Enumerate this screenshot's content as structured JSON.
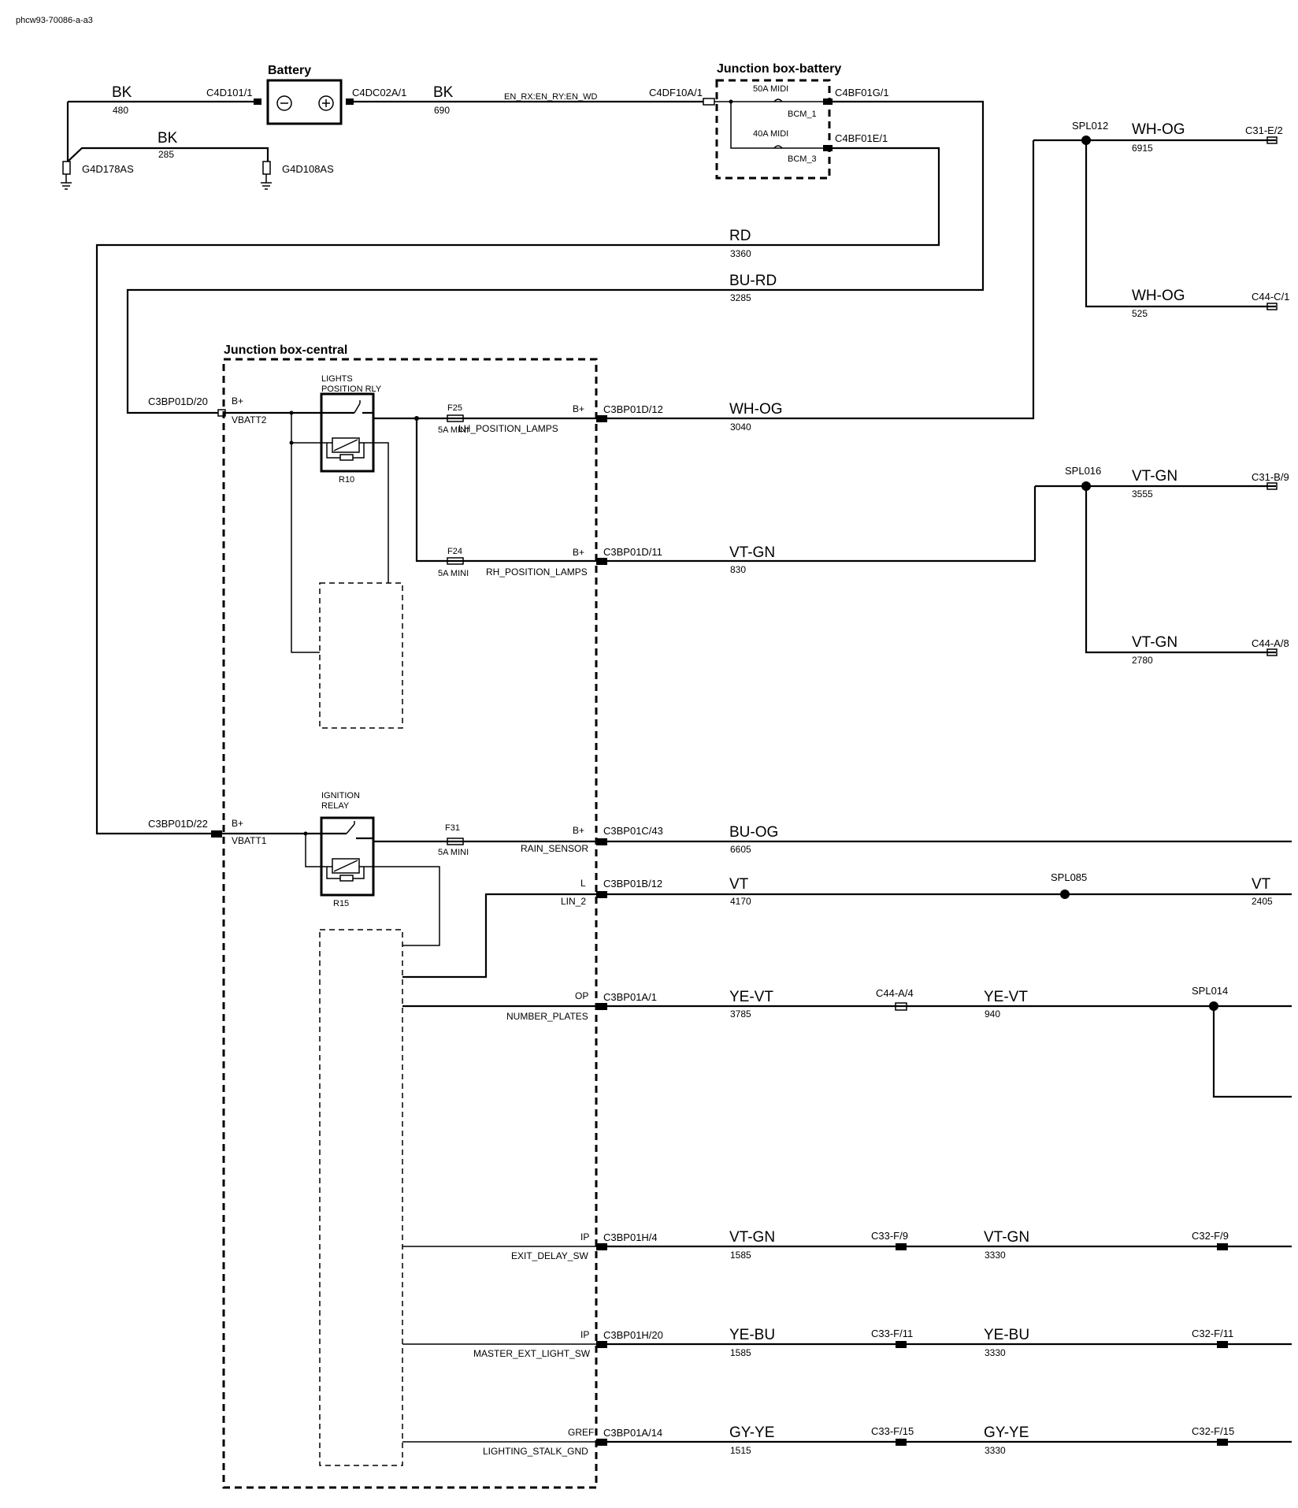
{
  "sheet_id": "phcw93-70086-a-a3",
  "battery": {
    "title": "Battery",
    "left_connector": "C4D101/1",
    "right_connector": "C4DC02A/1"
  },
  "ground_wires": {
    "bk480": {
      "color": "BK",
      "number": "480"
    },
    "bk285": {
      "color": "BK",
      "number": "285"
    },
    "g1": "G4D178AS",
    "g2": "G4D108AS"
  },
  "bk690": {
    "color": "BK",
    "number": "690"
  },
  "signal_label": "EN_RX:EN_RY:EN_WD",
  "jbb": {
    "title": "Junction box-battery",
    "in_connector": "C4DF10A/1",
    "fuse1": "50A MIDI",
    "fuse2": "40A MIDI",
    "bcm1": "BCM_1",
    "bcm3": "BCM_3",
    "out1": "C4BF01G/1",
    "out2": "C4BF01E/1"
  },
  "rd3360": {
    "color": "RD",
    "number": "3360"
  },
  "burd3285": {
    "color": "BU-RD",
    "number": "3285"
  },
  "spl012": {
    "name": "SPL012",
    "w1": {
      "color": "WH-OG",
      "number": "6915",
      "conn": "C31-E/2"
    },
    "w2": {
      "color": "WH-OG",
      "number": "525",
      "conn": "C44-C/1"
    }
  },
  "spl016": {
    "name": "SPL016",
    "w1": {
      "color": "VT-GN",
      "number": "3555",
      "conn": "C31-B/9"
    },
    "w2": {
      "color": "VT-GN",
      "number": "2780",
      "conn": "C44-A/8"
    }
  },
  "jbc": {
    "title": "Junction box-central",
    "conn_d20": "C3BP01D/20",
    "conn_d22": "C3BP01D/22",
    "bplus": "B+",
    "vbatt2": "VBATT2",
    "vbatt1": "VBATT1",
    "relay1_line1": "LIGHTS",
    "relay1_line2": "POSITION RLY",
    "relay1_ref": "R10",
    "relay2_line1": "IGNITION",
    "relay2_line2": "RELAY",
    "relay2_ref": "R15",
    "f25": {
      "name": "F25",
      "rating": "5A MINI"
    },
    "f24": {
      "name": "F24",
      "rating": "5A MINI"
    },
    "f31": {
      "name": "F31",
      "rating": "5A MINI"
    }
  },
  "outputs": [
    {
      "pin_type": "B+",
      "pin_name": "LH_POSITION_LAMPS",
      "conn": "C3BP01D/12",
      "color": "WH-OG",
      "number": "3040"
    },
    {
      "pin_type": "B+",
      "pin_name": "RH_POSITION_LAMPS",
      "conn": "C3BP01D/11",
      "color": "VT-GN",
      "number": "830"
    },
    {
      "pin_type": "B+",
      "pin_name": "RAIN_SENSOR",
      "conn": "C3BP01C/43",
      "color": "BU-OG",
      "number": "6605"
    },
    {
      "pin_type": "L",
      "pin_name": "LIN_2",
      "conn": "C3BP01B/12",
      "color": "VT",
      "number": "4170",
      "splice": "SPL085",
      "color2": "VT",
      "number2": "2405"
    },
    {
      "pin_type": "OP",
      "pin_name": "NUMBER_PLATES",
      "conn": "C3BP01A/1",
      "color": "YE-VT",
      "number": "3785",
      "mid_conn": "C44-A/4",
      "color2": "YE-VT",
      "number2": "940",
      "splice": "SPL014"
    },
    {
      "pin_type": "IP",
      "pin_name": "EXIT_DELAY_SW",
      "conn": "C3BP01H/4",
      "color": "VT-GN",
      "number": "1585",
      "mid_conn": "C33-F/9",
      "color2": "VT-GN",
      "number2": "3330",
      "end_conn": "C32-F/9"
    },
    {
      "pin_type": "IP",
      "pin_name": "MASTER_EXT_LIGHT_SW",
      "conn": "C3BP01H/20",
      "color": "YE-BU",
      "number": "1585",
      "mid_conn": "C33-F/11",
      "color2": "YE-BU",
      "number2": "3330",
      "end_conn": "C32-F/11"
    },
    {
      "pin_type": "GREF",
      "pin_name": "LIGHTING_STALK_GND",
      "conn": "C3BP01A/14",
      "color": "GY-YE",
      "number": "1515",
      "mid_conn": "C33-F/15",
      "color2": "GY-YE",
      "number2": "3330",
      "end_conn": "C32-F/15"
    }
  ]
}
